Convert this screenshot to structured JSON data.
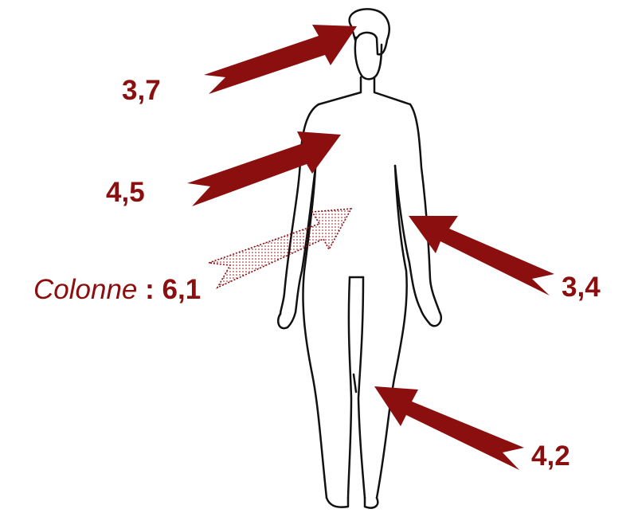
{
  "labels": {
    "head": "3,7",
    "chest": "4,5",
    "arm": "3,4",
    "leg": "4,2",
    "spine_name": "Colonne",
    "spine_separator": " : ",
    "spine_value": "6,1"
  },
  "colors": {
    "arrow": "#8B0F0F",
    "outline": "#111111",
    "background": "#ffffff"
  }
}
